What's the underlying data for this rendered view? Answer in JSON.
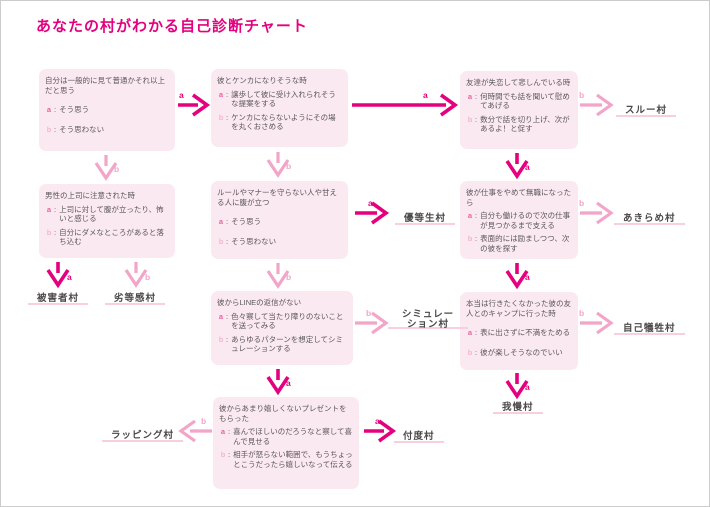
{
  "title": "あなたの村がわかる自己診断チャート",
  "labels": {
    "a": "a",
    "b": "b",
    "separator": ":"
  },
  "colors": {
    "accent_dark": "#e4007f",
    "accent_light": "#f2a5c8",
    "option_a": "#ea5f9e",
    "option_b": "#f4b6d2",
    "box_bg": "#fbe9f1",
    "text": "#595757",
    "village_text": "#4c4948",
    "village_line": "#f8cfdf",
    "page_border": "#cccccc"
  },
  "questions": {
    "q1": {
      "text": "自分は一般的に見て普通かそれ以上だと思う",
      "a": "そう思う",
      "b": "そう思わない"
    },
    "q2": {
      "text": "彼とケンカになりそうな時",
      "a": "譲歩して彼に受け入れられそうな提案をする",
      "b": "ケンカにならないようにその場を丸くおさめる"
    },
    "q3": {
      "text": "友達が失恋して悲しんでいる時",
      "a": "何時間でも話を聞いて慰めてあげる",
      "b": "数分で話を切り上げ、次があるよ！と促す"
    },
    "q4": {
      "text": "男性の上司に注意された時",
      "a": "上司に対して腹が立ったり、怖いと感じる",
      "b": "自分にダメなところがあると落ち込む"
    },
    "q5": {
      "text": "ルールやマナーを守らない人や甘える人に腹が立つ",
      "a": "そう思う",
      "b": "そう思わない"
    },
    "q6": {
      "text": "彼が仕事をやめて無職になったら",
      "a": "自分も働けるので次の仕事が見つかるまで支える",
      "b": "表面的には励ましつつ、次の彼を探す"
    },
    "q7": {
      "text": "彼からLINEの返信がない",
      "a": "色々察して当たり障りのないことを送ってみる",
      "b": "あらゆるパターンを想定してシミュレーションする"
    },
    "q8": {
      "text": "本当は行きたくなかった彼の友人とのキャンプに行った時",
      "a": "表に出さずに不満をためる",
      "b": "彼が楽しそうなのでいい"
    },
    "q9": {
      "text": "彼からあまり嬉しくないプレゼントをもらった",
      "a": "喜んでほしいのだろうなと察して喜んで見せる",
      "b": "相手が怒らない範囲で、もうちょっとこうだったら嬉しいなって伝える"
    }
  },
  "villages": {
    "through": "スルー村",
    "victim": "被害者村",
    "inferiority": "劣等感村",
    "honor_student": "優等生村",
    "giving_up": "あきらめ村",
    "simulation": [
      "シミュレー",
      "ション村"
    ],
    "self_sacrifice": "自己犠牲村",
    "endurance": "我慢村",
    "wrapping": "ラッピング村",
    "sontaku": "付度村"
  }
}
